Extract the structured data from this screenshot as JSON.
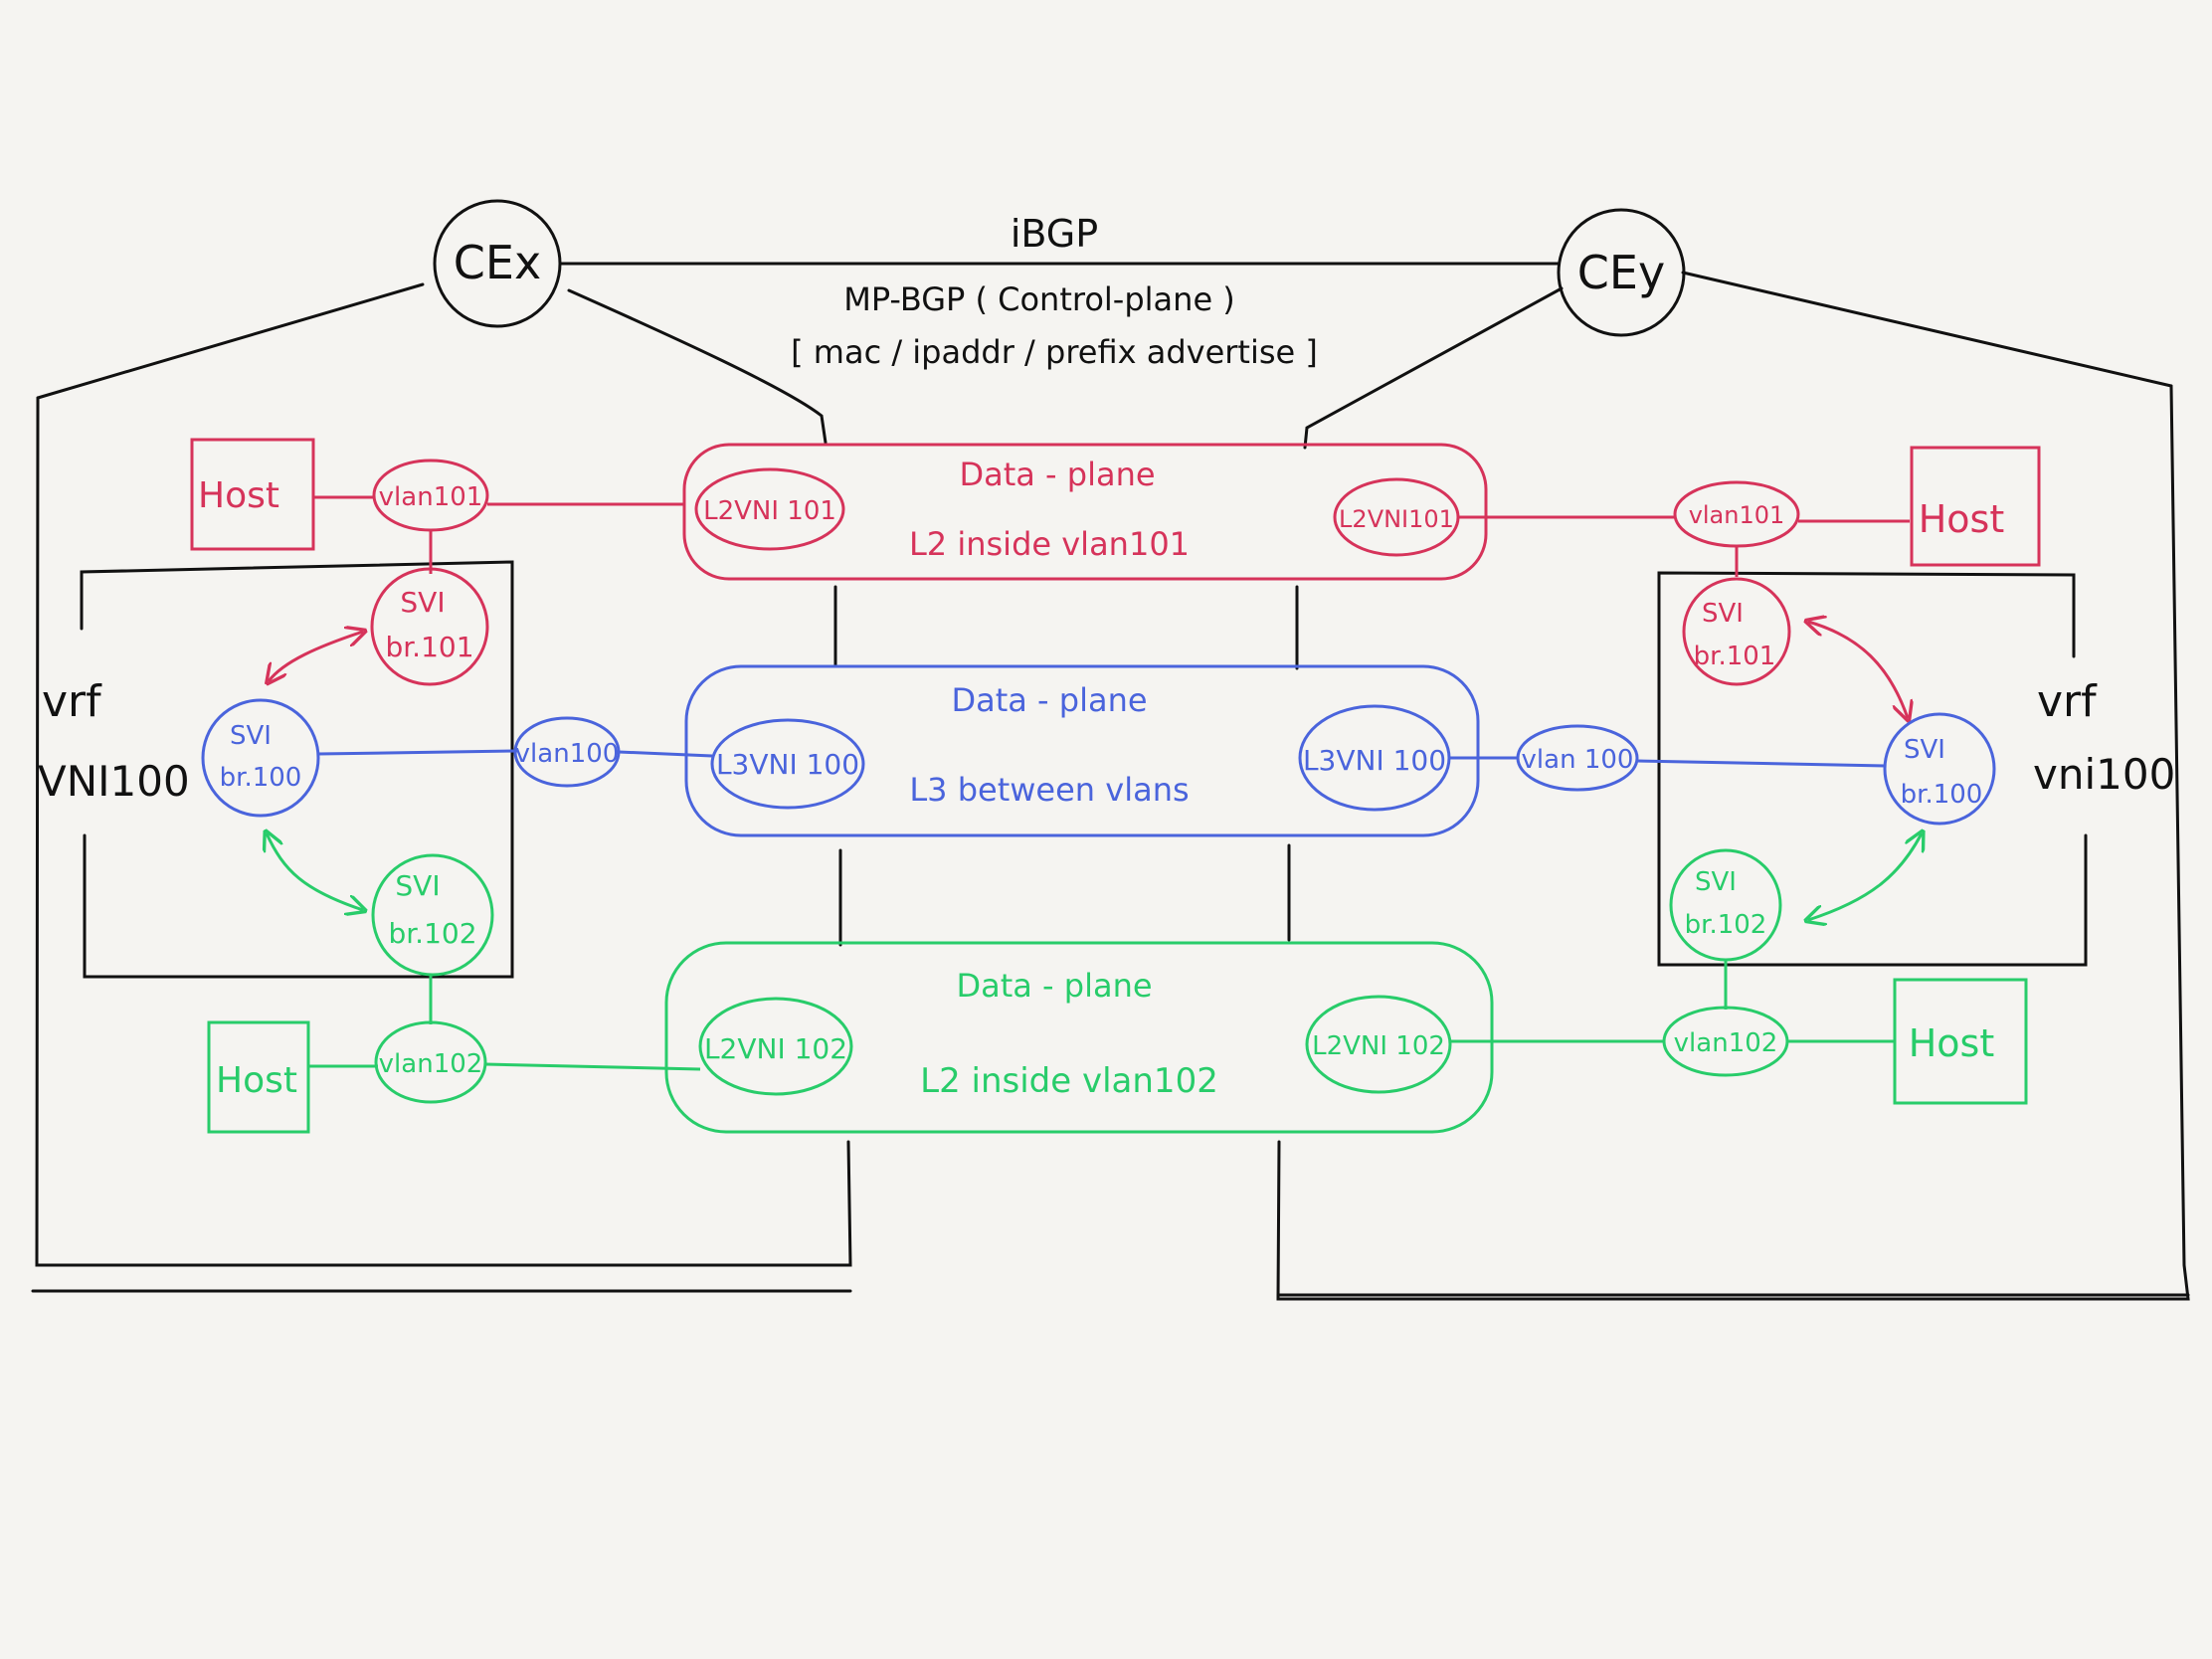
{
  "colors": {
    "background": "#f5f4f1",
    "black": "#111111",
    "vlan101": "#d6335a",
    "vlan100": "#4a64dc",
    "vlan102": "#28cc6a"
  },
  "control_plane": {
    "ibgp": "iBGP",
    "mpbgp": "MP-BGP ( Control-plane )",
    "advertise": "[ mac / ipaddr / prefix advertise ]"
  },
  "routers": {
    "left": "CEx",
    "right": "CEy"
  },
  "vrf": {
    "left_line1": "vrf",
    "left_line2": "VNI100",
    "right_line1": "vrf",
    "right_line2": "vni100"
  },
  "tunnels": {
    "red": {
      "title": "Data - plane",
      "subtitle": "L2 inside vlan101",
      "left_vni": "L2VNI 101",
      "right_vni": "L2VNI101"
    },
    "blue": {
      "title": "Data - plane",
      "subtitle": "L3 between vlans",
      "left_vni": "L3VNI 100",
      "right_vni": "L3VNI 100"
    },
    "green": {
      "title": "Data - plane",
      "subtitle": "L2 inside vlan102",
      "left_vni": "L2VNI 102",
      "right_vni": "L2VNI 102"
    }
  },
  "left_side": {
    "host_red": "Host",
    "vlan101": "vlan101",
    "svi101_l1": "SVI",
    "svi101_l2": "br.101",
    "svi100_l1": "SVI",
    "svi100_l2": "br.100",
    "vlan100": "vlan100",
    "svi102_l1": "SVI",
    "svi102_l2": "br.102",
    "host_green": "Host",
    "vlan102": "vlan102"
  },
  "right_side": {
    "host_red": "Host",
    "vlan101": "vlan101",
    "svi101_l1": "SVI",
    "svi101_l2": "br.101",
    "svi100_l1": "SVI",
    "svi100_l2": "br.100",
    "vlan100": "vlan 100",
    "svi102_l1": "SVI",
    "svi102_l2": "br.102",
    "host_green": "Host",
    "vlan102": "vlan102"
  }
}
